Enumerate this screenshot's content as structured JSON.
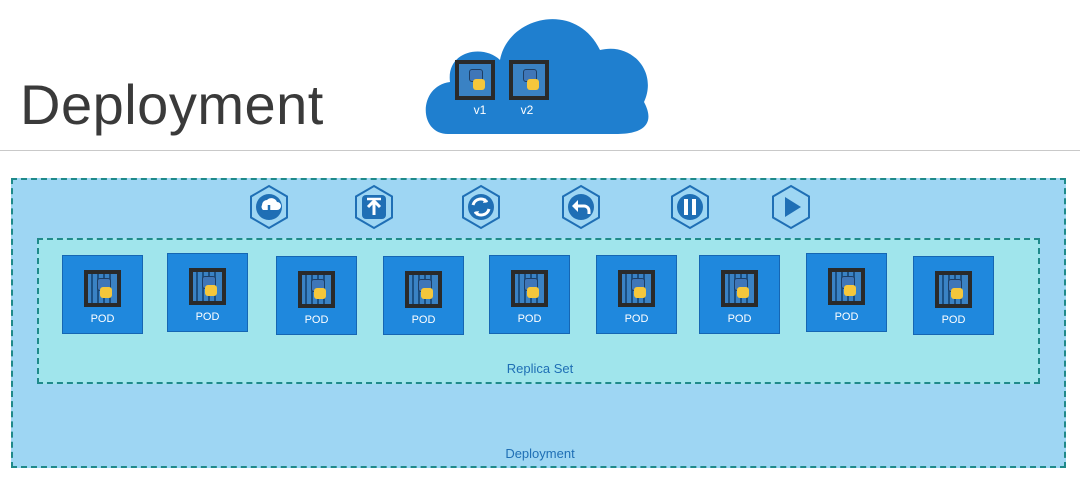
{
  "title": "Deployment",
  "cloud": {
    "versions": [
      "v1",
      "v2"
    ]
  },
  "actions": [
    {
      "name": "download-icon"
    },
    {
      "name": "upload-icon"
    },
    {
      "name": "refresh-icon"
    },
    {
      "name": "undo-icon"
    },
    {
      "name": "pause-icon"
    },
    {
      "name": "play-icon"
    }
  ],
  "replica_set": {
    "label": "Replica Set",
    "pods": [
      "POD",
      "POD",
      "POD",
      "POD",
      "POD",
      "POD",
      "POD",
      "POD",
      "POD"
    ]
  },
  "deployment_label": "Deployment",
  "colors": {
    "cloud": "#1f7fcf",
    "pod": "#1f88dd",
    "deployment_bg": "#9ed6f3",
    "replica_bg": "#a0e5ec",
    "icon": "#1f6fb5"
  }
}
